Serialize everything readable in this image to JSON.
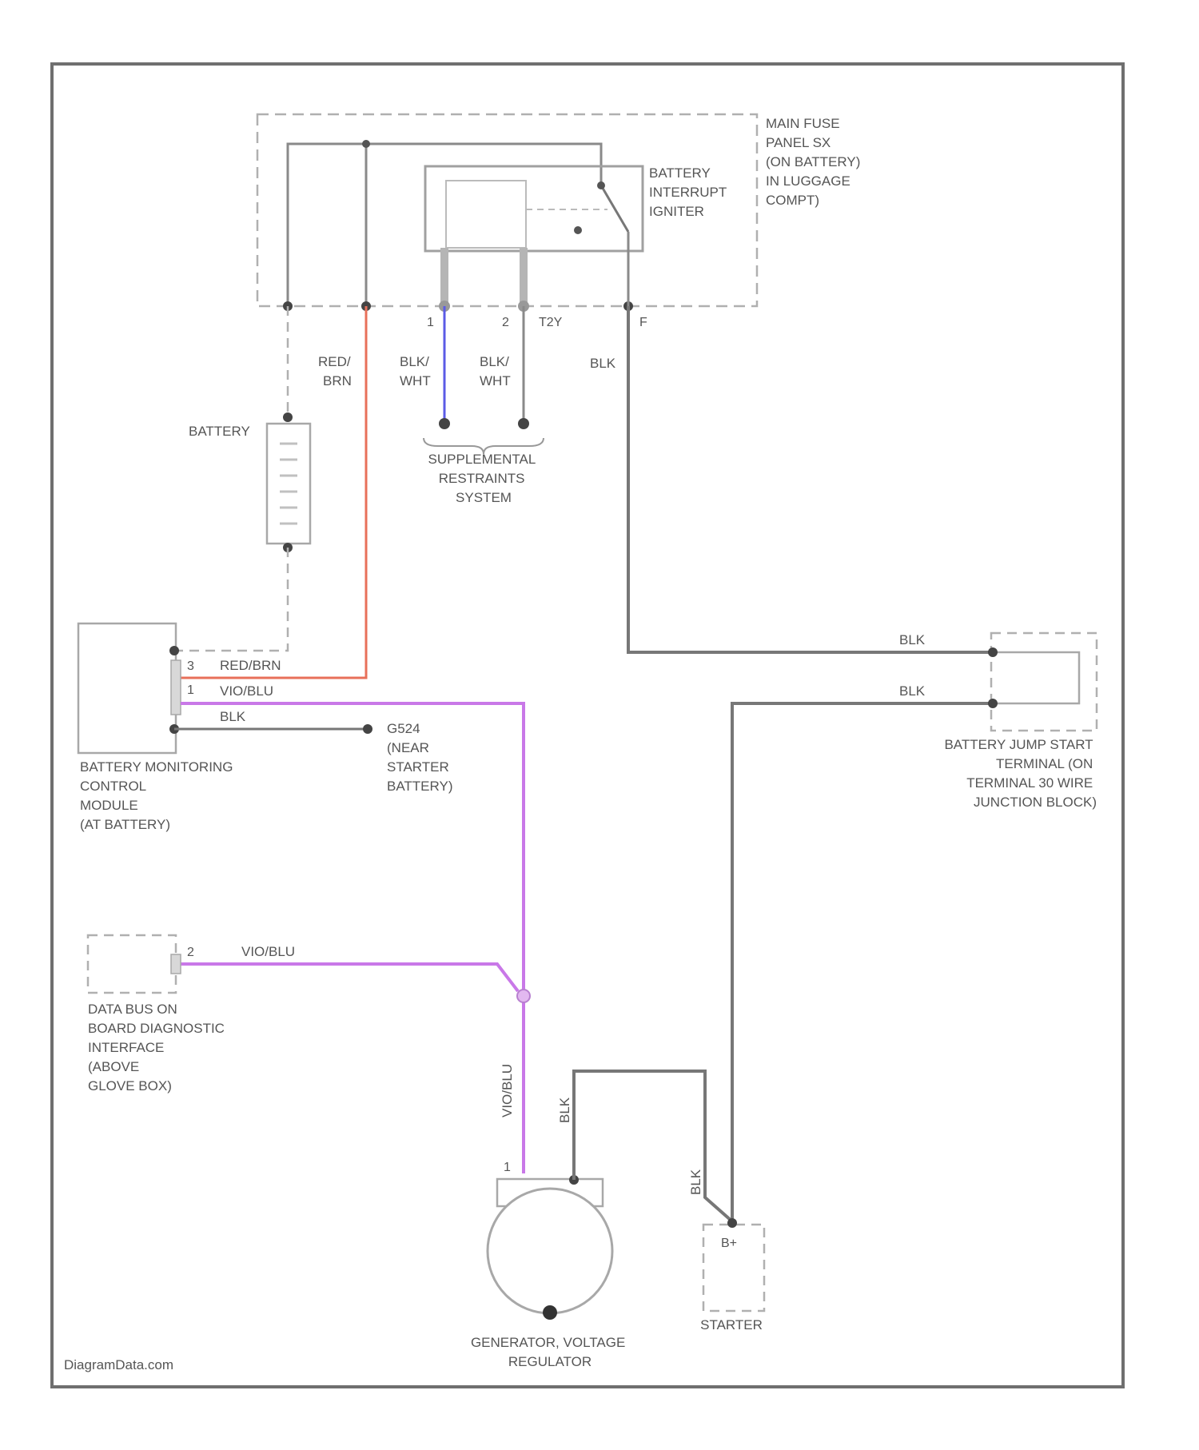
{
  "components": {
    "main_fuse_panel": [
      "MAIN FUSE",
      "PANEL SX",
      "(ON BATTERY)",
      "IN LUGGAGE",
      "COMPT)"
    ],
    "battery_interrupt_igniter": [
      "BATTERY",
      "INTERRUPT",
      "IGNITER"
    ],
    "battery": [
      "BATTERY"
    ],
    "supplemental_restraints": [
      "SUPPLEMENTAL",
      "RESTRAINTS",
      "SYSTEM"
    ],
    "battery_monitoring_module": [
      "BATTERY MONITORING",
      "CONTROL",
      "MODULE",
      "(AT BATTERY)"
    ],
    "ground": [
      "G524",
      "(NEAR",
      "STARTER",
      "BATTERY)"
    ],
    "jump_start_terminal": [
      "BATTERY JUMP START",
      "TERMINAL (ON",
      "TERMINAL 30 WIRE",
      "JUNCTION BLOCK)"
    ],
    "data_bus_obd": [
      "DATA BUS ON",
      "BOARD DIAGNOSTIC",
      "INTERFACE",
      "(ABOVE",
      "GLOVE BOX)"
    ],
    "generator": [
      "GENERATOR, VOLTAGE",
      "REGULATOR"
    ],
    "starter": [
      "STARTER"
    ]
  },
  "wires": {
    "red_brn_vertical": [
      "RED/",
      "BRN"
    ],
    "blk_wht_1": [
      "BLK/",
      "WHT"
    ],
    "blk_wht_2": [
      "BLK/",
      "WHT"
    ],
    "blk_fuse": "BLK",
    "blk_jump_top": "BLK",
    "blk_jump_bottom": "BLK",
    "red_brn_module": "RED/BRN",
    "vio_blu_module": "VIO/BLU",
    "blk_module": "BLK",
    "vio_blu_bus": "VIO/BLU",
    "vio_blu_vertical": "VIO/BLU",
    "blk_generator": "BLK",
    "blk_starter": "BLK"
  },
  "pins": {
    "fuse_1": "1",
    "fuse_2": "2",
    "fuse_f2": "T2Y",
    "fuse_f": "F",
    "module_3": "3",
    "module_1": "1",
    "bus_2": "2",
    "gen_1": "1",
    "starter_b": "B+"
  },
  "watermark": "DiagramData.com",
  "colors": {
    "red_brn": "#e8705a",
    "vio_blu": "#c978e8",
    "blu": "#5b5be6",
    "blk": "#777777",
    "outline": "#9a9a9a"
  }
}
